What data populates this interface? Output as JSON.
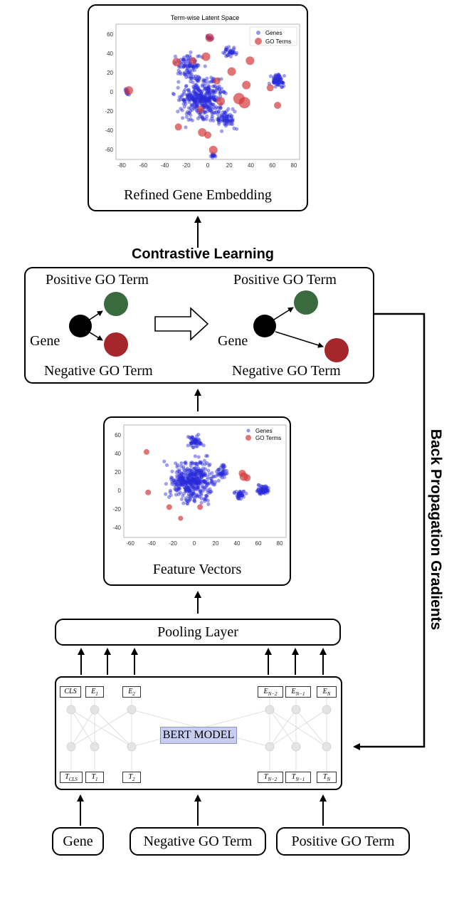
{
  "top_panel": {
    "plot_title": "Term-wise Latent Space",
    "legend": [
      "Genes",
      "GO Terms"
    ],
    "x_ticks": [
      "-80",
      "-60",
      "-40",
      "-20",
      "0",
      "20",
      "40",
      "60",
      "80"
    ],
    "y_ticks": [
      "60",
      "40",
      "20",
      "0",
      "-20",
      "-40",
      "-60"
    ],
    "caption": "Refined Gene Embedding"
  },
  "contrastive": {
    "title": "Contrastive Learning",
    "left": {
      "positive": "Positive GO Term",
      "negative": "Negative GO Term",
      "gene": "Gene"
    },
    "right": {
      "positive": "Positive GO Term",
      "negative": "Negative GO Term",
      "gene": "Gene"
    }
  },
  "feature_panel": {
    "legend": [
      "Genes",
      "GO Terms"
    ],
    "x_ticks": [
      "-60",
      "-40",
      "-20",
      "0",
      "20",
      "40",
      "60",
      "80"
    ],
    "y_ticks": [
      "60",
      "40",
      "20",
      "0",
      "-20",
      "-40"
    ],
    "caption": "Feature Vectors"
  },
  "pooling": {
    "label": "Pooling Layer"
  },
  "bert": {
    "label": "BERT MODEL",
    "out_tokens": [
      "CLS",
      "E1",
      "E2",
      "EN−2",
      "EN−1",
      "EN"
    ],
    "in_tokens": [
      "TCLS",
      "T1",
      "T2",
      "TN−2",
      "TN−1",
      "TN"
    ]
  },
  "inputs": [
    "Gene",
    "Negative GO Term",
    "Positive GO Term"
  ],
  "side_label": "Back Propagation Gradients",
  "colors": {
    "gene_point": "#2b2bd9",
    "go_term": "#d43b3b",
    "positive": "#3a6b3f",
    "negative": "#a5262b",
    "gene_node": "#000000",
    "bert_highlight": "#c8cdf2"
  }
}
